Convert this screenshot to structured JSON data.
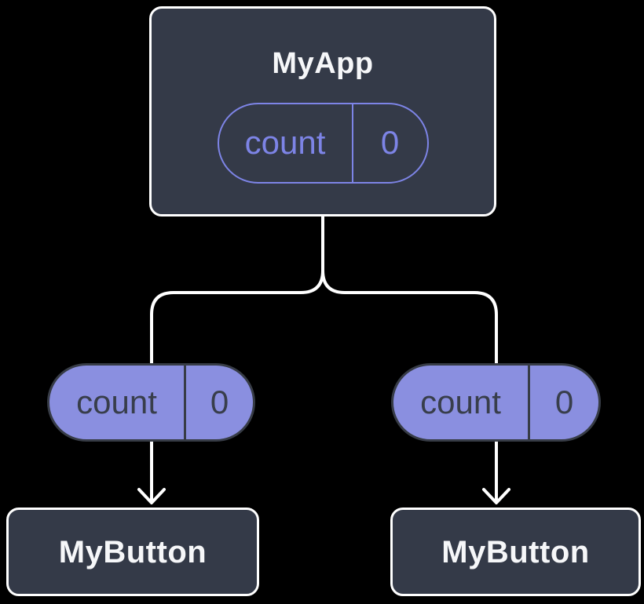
{
  "diagram": {
    "colors": {
      "background": "#000000",
      "node_fill": "#343A48",
      "node_border": "#FFFFFF",
      "node_text": "#F6F7F9",
      "outline_pill": "#7D84E6",
      "solid_pill_fill": "#8A8FE0",
      "solid_pill_text": "#383E4B",
      "solid_pill_border": "#373C46",
      "connector": "#FFFFFF"
    },
    "root": {
      "title": "MyApp",
      "state": {
        "label": "count",
        "value": "0"
      }
    },
    "props": [
      {
        "label": "count",
        "value": "0"
      },
      {
        "label": "count",
        "value": "0"
      }
    ],
    "children": [
      {
        "title": "MyButton"
      },
      {
        "title": "MyButton"
      }
    ]
  }
}
